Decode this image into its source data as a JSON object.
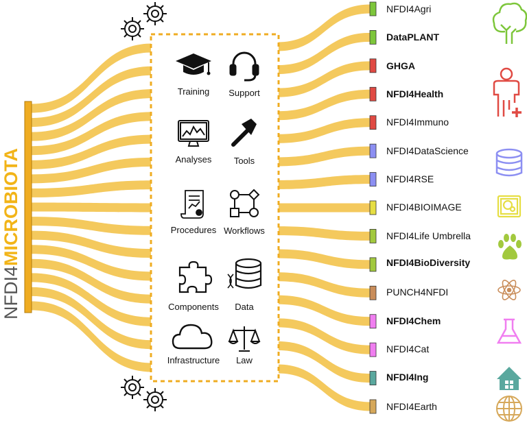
{
  "title": {
    "prefix": "NFDI4",
    "highlight": "MICROBIOTA"
  },
  "colors": {
    "accent": "#f2b418",
    "flow": "#f4c95d",
    "bar": "#efac22",
    "agri": "#7dc63b",
    "health": "#e04a43",
    "data_science": "#8c8ff2",
    "bioimage": "#e6de43",
    "life": "#a2c93e",
    "punch": "#c98d5a",
    "chem": "#f07ef0",
    "ing": "#5aa89e",
    "earth": "#d6a85a"
  },
  "services": [
    {
      "label": "Training",
      "icon": "graduation-cap-icon"
    },
    {
      "label": "Support",
      "icon": "headset-icon"
    },
    {
      "label": "Analyses",
      "icon": "monitor-chart-icon"
    },
    {
      "label": "Tools",
      "icon": "hammer-icon"
    },
    {
      "label": "Procedures",
      "icon": "scroll-icon"
    },
    {
      "label": "Workflows",
      "icon": "flowchart-icon"
    },
    {
      "label": "Components",
      "icon": "puzzle-icon"
    },
    {
      "label": "Data",
      "icon": "database-dna-icon"
    },
    {
      "label": "Infrastructure",
      "icon": "cloud-icon"
    },
    {
      "label": "Law",
      "icon": "scales-icon"
    }
  ],
  "consortia": [
    {
      "label": "NFDI4Agri",
      "bold": false,
      "color": "#7dc63b"
    },
    {
      "label": "DataPLANT",
      "bold": true,
      "color": "#7dc63b"
    },
    {
      "label": "GHGA",
      "bold": true,
      "color": "#e04a43"
    },
    {
      "label": "NFDI4Health",
      "bold": true,
      "color": "#e04a43"
    },
    {
      "label": "NFDI4Immuno",
      "bold": false,
      "color": "#e04a43"
    },
    {
      "label": "NFDI4DataScience",
      "bold": false,
      "color": "#8c8ff2"
    },
    {
      "label": "NFDI4RSE",
      "bold": false,
      "color": "#8c8ff2"
    },
    {
      "label": "NFDI4BIOIMAGE",
      "bold": false,
      "color": "#e6de43"
    },
    {
      "label": "NFDI4Life Umbrella",
      "bold": false,
      "color": "#a2c93e"
    },
    {
      "label": "NFDI4BioDiversity",
      "bold": true,
      "color": "#a2c93e"
    },
    {
      "label": "PUNCH4NFDI",
      "bold": false,
      "color": "#c98d5a"
    },
    {
      "label": "NFDI4Chem",
      "bold": true,
      "color": "#f07ef0"
    },
    {
      "label": "NFDI4Cat",
      "bold": false,
      "color": "#f07ef0"
    },
    {
      "label": "NFDI4Ing",
      "bold": true,
      "color": "#5aa89e"
    },
    {
      "label": "NFDI4Earth",
      "bold": false,
      "color": "#d6a85a"
    }
  ],
  "domain_icons": [
    {
      "icon": "tree-icon",
      "color": "#7dc63b"
    },
    {
      "icon": "person-health-icon",
      "color": "#e04a43"
    },
    {
      "icon": "database-icon",
      "color": "#8c8ff2"
    },
    {
      "icon": "microscope-image-icon",
      "color": "#e6de43"
    },
    {
      "icon": "paw-icon",
      "color": "#a2c93e"
    },
    {
      "icon": "atom-icon",
      "color": "#c98d5a"
    },
    {
      "icon": "flask-icon",
      "color": "#f07ef0"
    },
    {
      "icon": "house-icon",
      "color": "#5aa89e"
    },
    {
      "icon": "globe-icon",
      "color": "#d6a85a"
    }
  ],
  "gears": [
    "gears-icon",
    "gears-icon"
  ]
}
